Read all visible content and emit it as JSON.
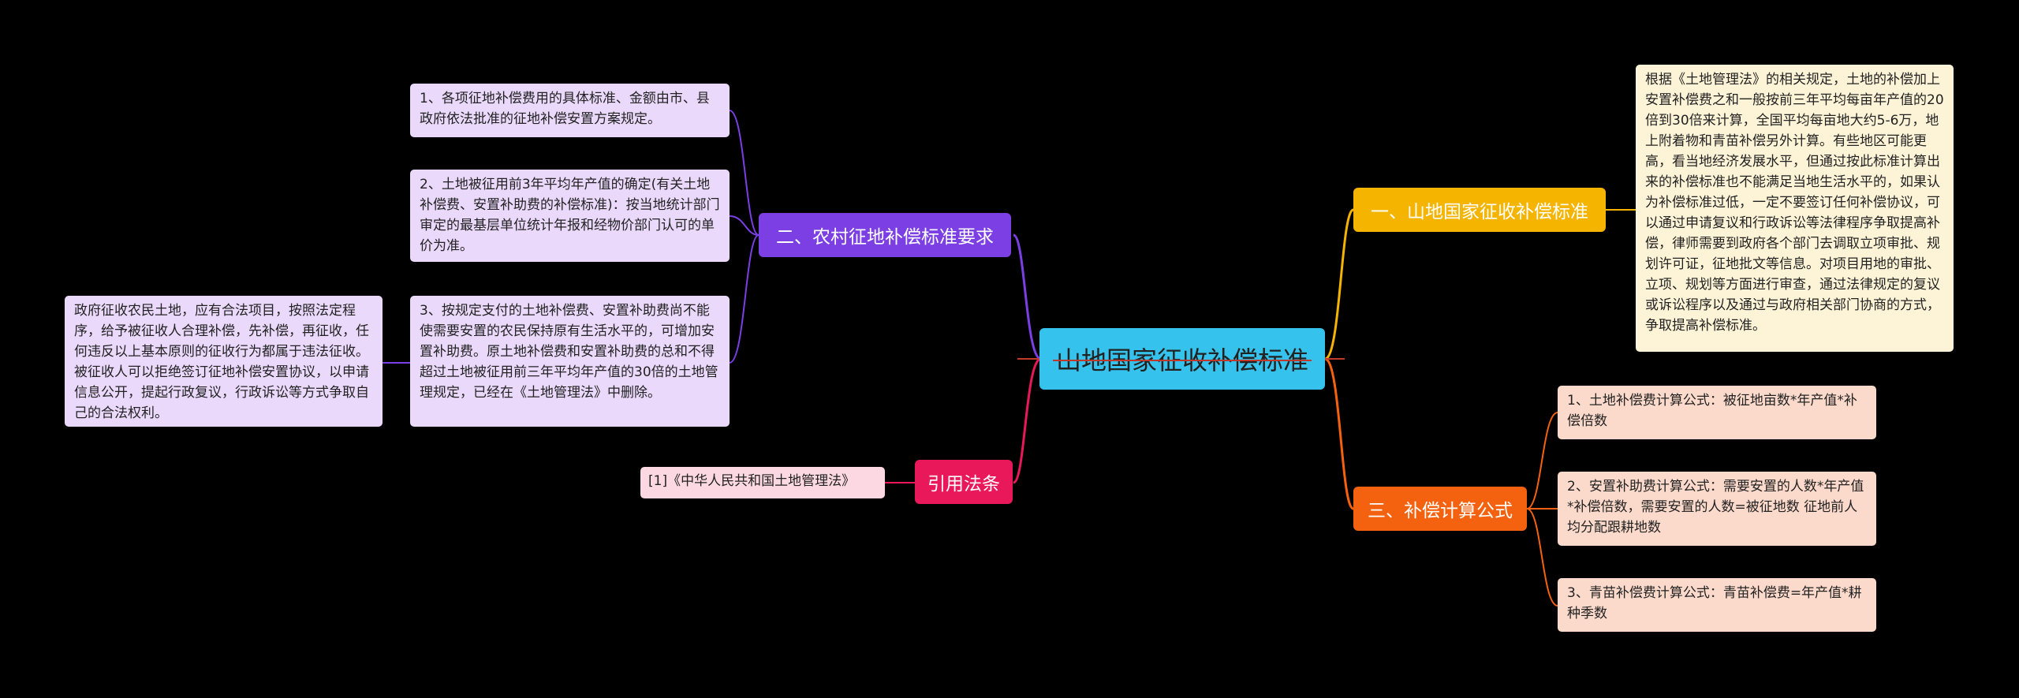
{
  "colors": {
    "center": "#35c2ec",
    "branch_purple": "#7b3fe4",
    "branch_pink": "#e8185a",
    "branch_yellow": "#f5b400",
    "branch_orange": "#f4620f",
    "leaf_purple": "#ead9fb",
    "leaf_peach": "#fcdacb",
    "leaf_cream": "#fdf3d6",
    "leaf_pink": "#fcd8e3"
  },
  "center": {
    "title": "山地国家征收补偿标准"
  },
  "branches": {
    "rural_standard": {
      "label": "二、农村征地补偿标准要求",
      "items": [
        "1、各项征地补偿费用的具体标准、金额由市、县政府依法批准的征地补偿安置方案规定。",
        "2、土地被征用前3年平均年产值的确定(有关土地补偿费、安置补助费的补偿标准)：按当地统计部门审定的最基层单位统计年报和经物价部门认可的单价为准。",
        "3、按规定支付的土地补偿费、安置补助费尚不能使需要安置的农民保持原有生活水平的，可增加安置补助费。原土地补偿费和安置补助费的总和不得超过土地被征用前三年平均年产值的30倍的土地管理规定，已经在《土地管理法》中删除。"
      ],
      "sub_note": "政府征收农民土地，应有合法项目，按照法定程序，给予被征收人合理补偿，先补偿，再征收，任何违反以上基本原则的征收行为都属于违法征收。被征收人可以拒绝签订征地补偿安置协议，以申请信息公开，提起行政复议，行政诉讼等方式争取自己的合法权利。"
    },
    "citation": {
      "label": "引用法条",
      "items": [
        "[1]《中华人民共和国土地管理法》"
      ]
    },
    "mountain_standard": {
      "label": "一、山地国家征收补偿标准",
      "items": [
        "根据《土地管理法》的相关规定，土地的补偿加上安置补偿费之和一般按前三年平均每亩年产值的20倍到30倍来计算，全国平均每亩地大约5-6万，地上附着物和青苗补偿另外计算。有些地区可能更高，看当地经济发展水平，但通过按此标准计算出来的补偿标准也不能满足当地生活水平的，如果认为补偿标准过低，一定不要签订任何补偿协议，可以通过申请复议和行政诉讼等法律程序争取提高补偿，律师需要到政府各个部门去调取立项审批、规划许可证，征地批文等信息。对项目用地的审批、立项、规划等方面进行审查，通过法律规定的复议或诉讼程序以及通过与政府相关部门协商的方式，争取提高补偿标准。"
      ]
    },
    "formula": {
      "label": "三、补偿计算公式",
      "items": [
        "1、土地补偿费计算公式：被征地亩数*年产值*补偿倍数",
        "2、安置补助费计算公式：需要安置的人数*年产值*补偿倍数，需要安置的人数=被征地数 征地前人均分配跟耕地数",
        "3、青苗补偿费计算公式：青苗补偿费=年产值*耕种季数"
      ]
    }
  }
}
